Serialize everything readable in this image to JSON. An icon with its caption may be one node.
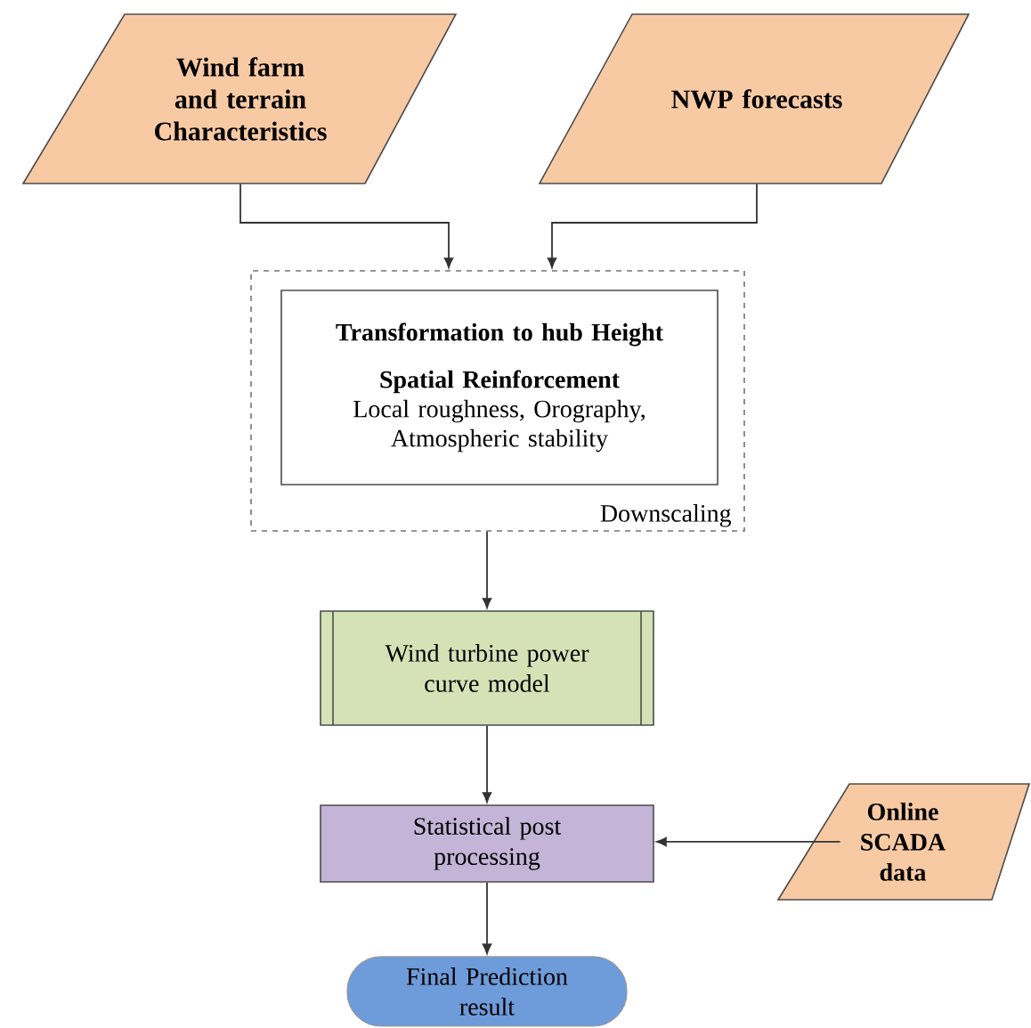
{
  "diagram": {
    "nodes": [
      {
        "text": [
          "Wind farm and terrain Characteristics"
        ]
      },
      {
        "text": [
          "NWP forecasts"
        ]
      },
      {
        "text": [
          "Downscaling"
        ]
      },
      {
        "text": [
          "Transformation to hub Height",
          "Spatial Reinforcement",
          "Local roughness, Orography, Atmospheric stability"
        ],
        "in": 2
      },
      {
        "text": [
          "Wind turbine power curve model"
        ]
      },
      {
        "text": [
          "Statistical post processing"
        ]
      },
      {
        "text": [
          "Online SCADA data"
        ]
      },
      {
        "text": [
          "Final Prediction result"
        ]
      }
    ],
    "edges": [
      {
        "from": 0,
        "to": 2,
        "arrow": "to"
      },
      {
        "from": 1,
        "to": 2,
        "arrow": "to"
      },
      {
        "from": 2,
        "to": 4,
        "arrow": "to"
      },
      {
        "from": 4,
        "to": 5,
        "arrow": "to"
      },
      {
        "from": 6,
        "to": 5,
        "arrow": "to"
      },
      {
        "from": 5,
        "to": 7,
        "arrow": "to"
      }
    ]
  }
}
